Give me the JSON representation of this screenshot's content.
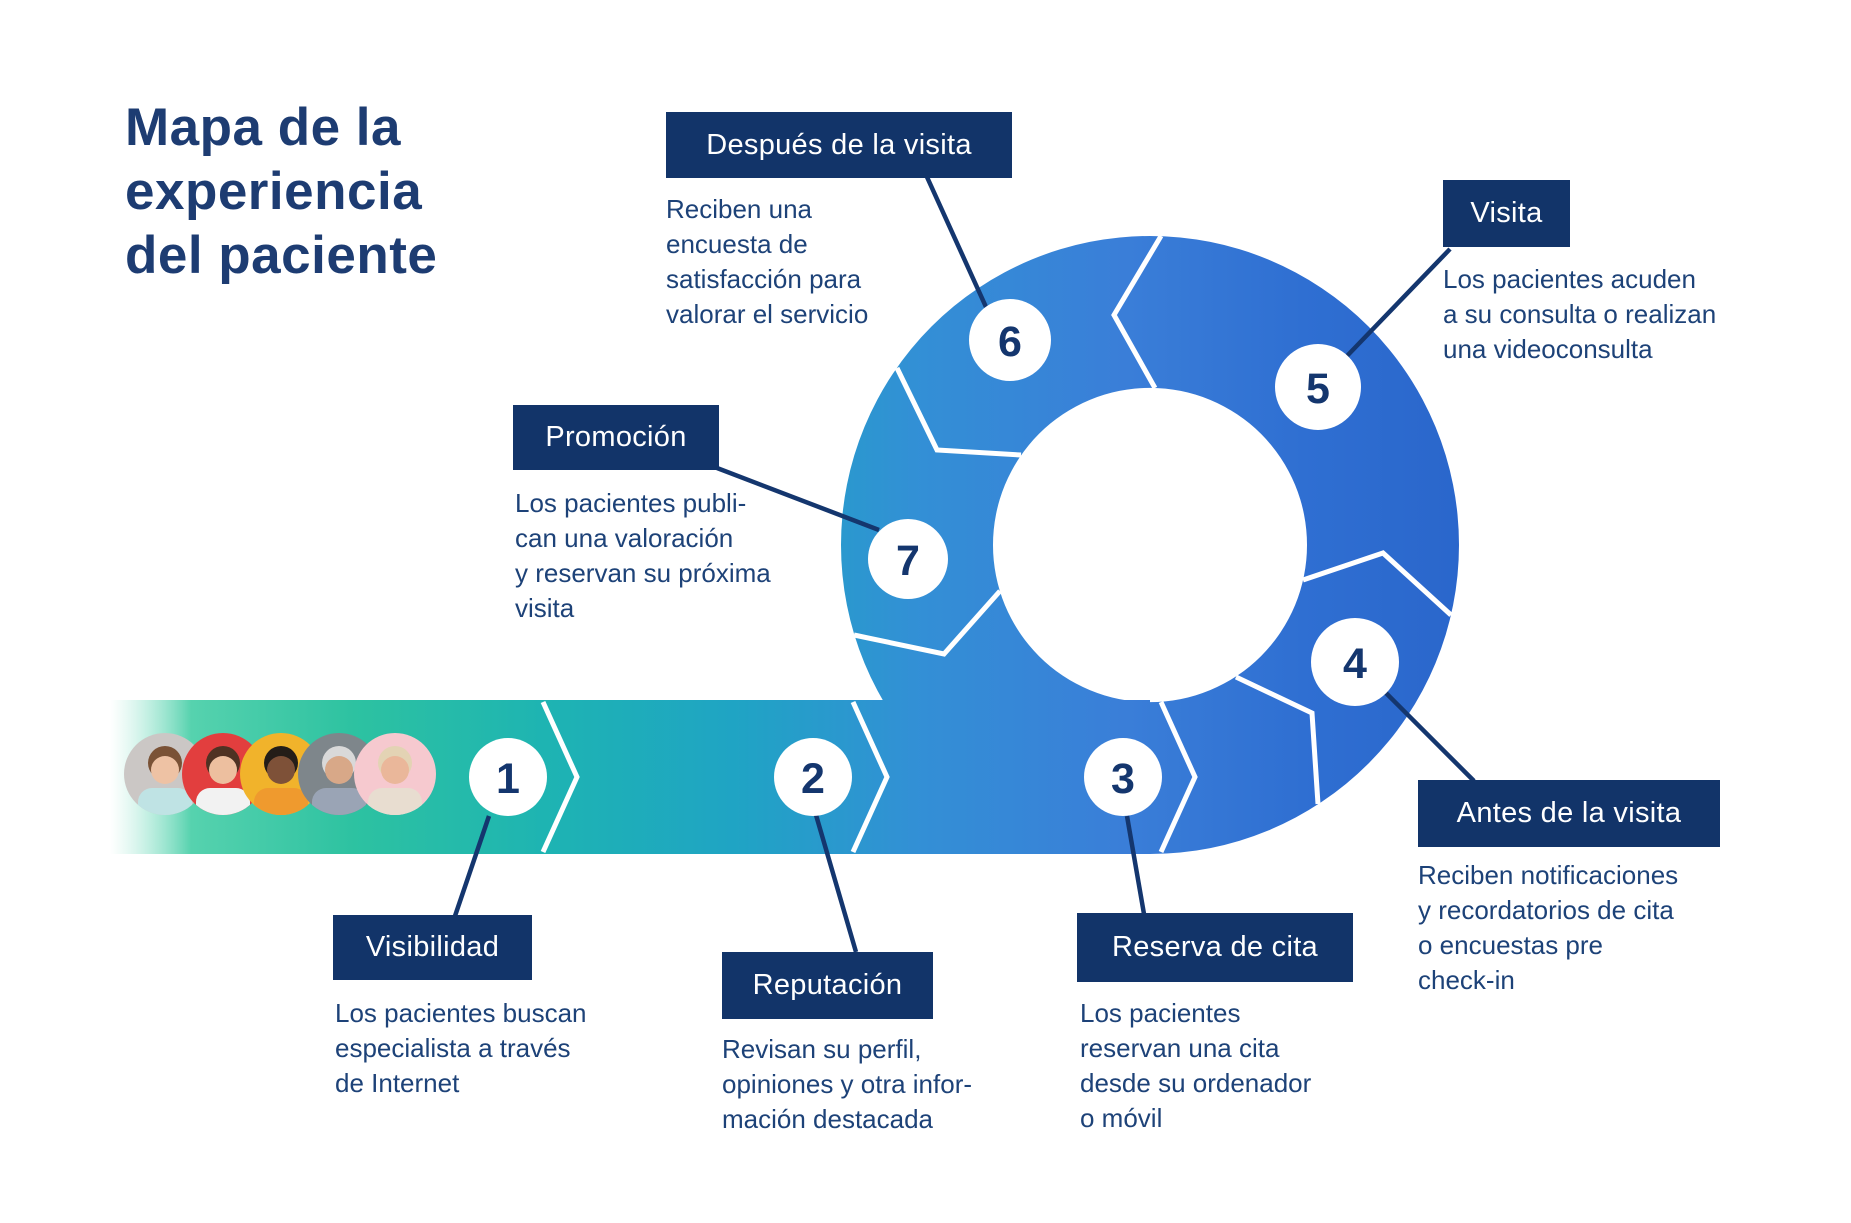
{
  "title": {
    "lines": [
      "Mapa de la",
      "experiencia",
      "del paciente"
    ]
  },
  "steps": [
    {
      "num": "1",
      "label": "Visibilidad",
      "desc": "Los pacientes buscan\nespecialista a través\nde Internet"
    },
    {
      "num": "2",
      "label": "Reputación",
      "desc": "Revisan su perfil,\nopiniones y otra infor-\nmación destacada"
    },
    {
      "num": "3",
      "label": "Reserva de cita",
      "desc": "Los pacientes\nreservan una cita\ndesde su ordenador\no móvil"
    },
    {
      "num": "4",
      "label": "Antes de la visita",
      "desc": "Reciben notificaciones\ny recordatorios de cita\no encuestas pre\ncheck-in"
    },
    {
      "num": "5",
      "label": "Visita",
      "desc": "Los pacientes acuden\na su consulta o realizan\nuna videoconsulta"
    },
    {
      "num": "6",
      "label": "Después de la visita",
      "desc": "Reciben una\nencuesta de\nsatisfacción para\nvalorar el servicio"
    },
    {
      "num": "7",
      "label": "Promoción",
      "desc": "Los pacientes publi-\ncan una valoración\ny reservan su próxima\nvisita"
    }
  ],
  "avatars": [
    {
      "name": "child-avatar",
      "bg": "#cbc7c5",
      "skin": "#eec2a4",
      "hair": "#7a5236",
      "shirt": "#bfe3e4"
    },
    {
      "name": "woman-avatar",
      "bg": "#e23e3e",
      "skin": "#edbf9f",
      "hair": "#4f3223",
      "shirt": "#f2f2f2"
    },
    {
      "name": "man-avatar",
      "bg": "#f1b32b",
      "skin": "#7e5138",
      "hair": "#241d18",
      "shirt": "#ef9a2e"
    },
    {
      "name": "senior-man-avatar",
      "bg": "#7e868b",
      "skin": "#d8a888",
      "hair": "#d9d9d9",
      "shirt": "#9aa4b5"
    },
    {
      "name": "senior-woman-avatar",
      "bg": "#f6c9cf",
      "skin": "#eab79a",
      "hair": "#e3d3b4",
      "shirt": "#e8ddd0"
    }
  ],
  "colors": {
    "navy_box": "#123469",
    "navy_text": "#1d4278",
    "band_green": "#2dc2a1",
    "band_teal": "#1eb4b2",
    "ring_blue": "#2a66cb",
    "connector": "#14366e"
  }
}
